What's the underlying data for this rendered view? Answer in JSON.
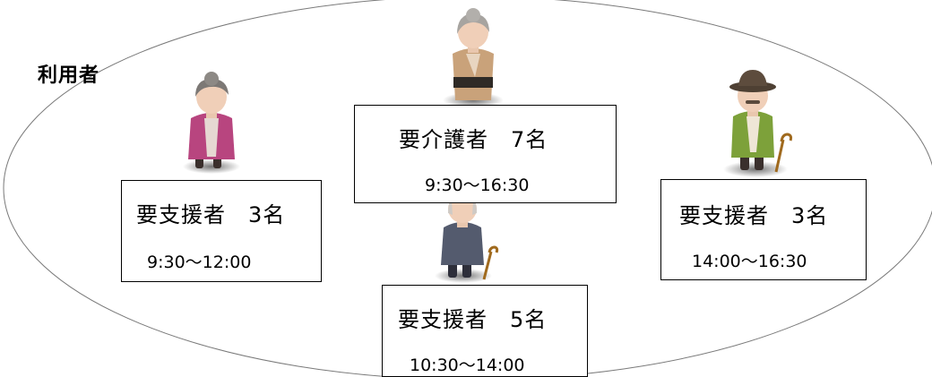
{
  "heading": "利用者",
  "groups": [
    {
      "count_label": "要支援者　3名",
      "hours": "9:30～12:00"
    },
    {
      "count_label": "要介護者　7名",
      "hours": "9:30～16:30"
    },
    {
      "count_label": "要支援者　3名",
      "hours": "14:00～16:30"
    },
    {
      "count_label": "要支援者　5名",
      "hours": "10:30～14:00"
    }
  ]
}
